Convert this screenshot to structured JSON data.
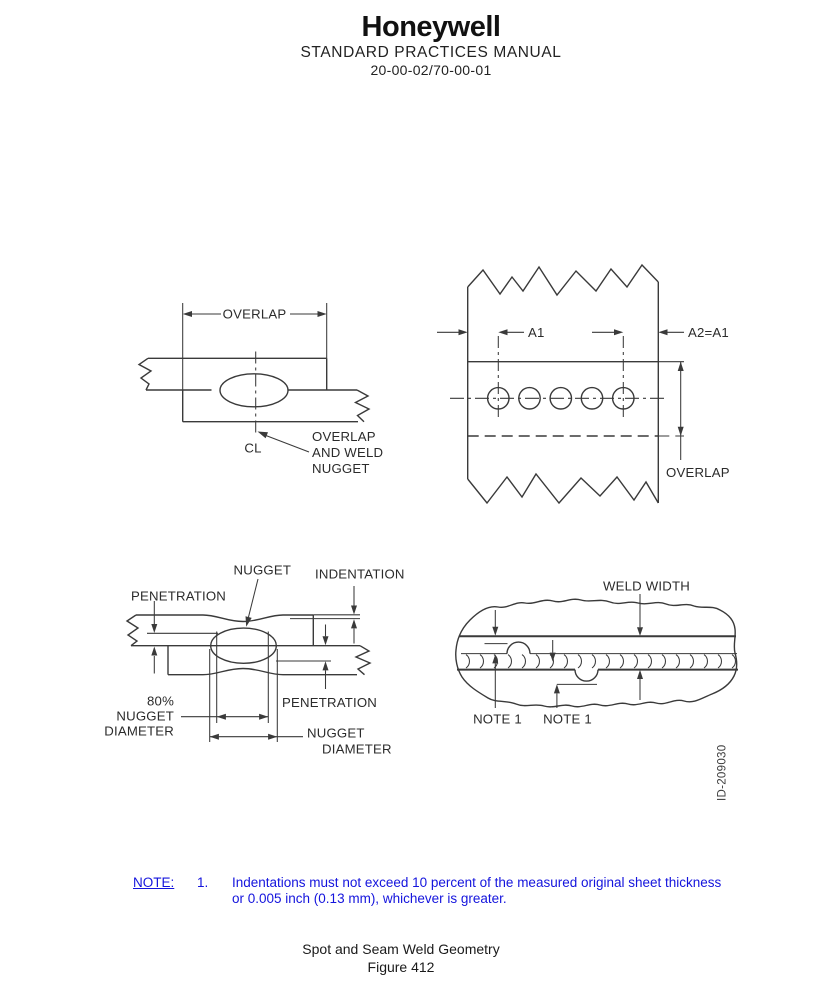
{
  "header": {
    "brand": "Honeywell",
    "manual_title": "STANDARD PRACTICES MANUAL",
    "doc_number": "20-00-02/70-00-01"
  },
  "diagrams": {
    "overlap_side": {
      "dim_overlap": "OVERLAP",
      "centerline": "CL",
      "callout_line1": "OVERLAP",
      "callout_line2": "AND WELD",
      "callout_line3": "NUGGET"
    },
    "pitch_top": {
      "dim_a1": "A1",
      "dim_a2": "A2=A1",
      "dim_overlap": "OVERLAP"
    },
    "cross_section": {
      "nugget": "NUGGET",
      "indentation": "INDENTATION",
      "penetration_top": "PENETRATION",
      "penetration_bottom": "PENETRATION",
      "p80_line1": "80%",
      "p80_line2": "NUGGET",
      "p80_line3": "DIAMETER",
      "dia_line1": "NUGGET",
      "dia_line2": "DIAMETER"
    },
    "seam_top": {
      "weld_width": "WELD WIDTH",
      "note1_a": "NOTE 1",
      "note1_b": "NOTE 1"
    },
    "figure_id": "ID-209030"
  },
  "note": {
    "label": "NOTE:",
    "number": "1.",
    "line1": "Indentations must not exceed 10 percent of the measured original sheet thickness",
    "line2": "or 0.005 inch (0.13 mm), whichever is greater."
  },
  "footer": {
    "caption": "Spot and Seam Weld Geometry",
    "figure": "Figure 412"
  },
  "colors": {
    "note_blue": "#1414dd",
    "line_gray": "#3a3a3a"
  }
}
